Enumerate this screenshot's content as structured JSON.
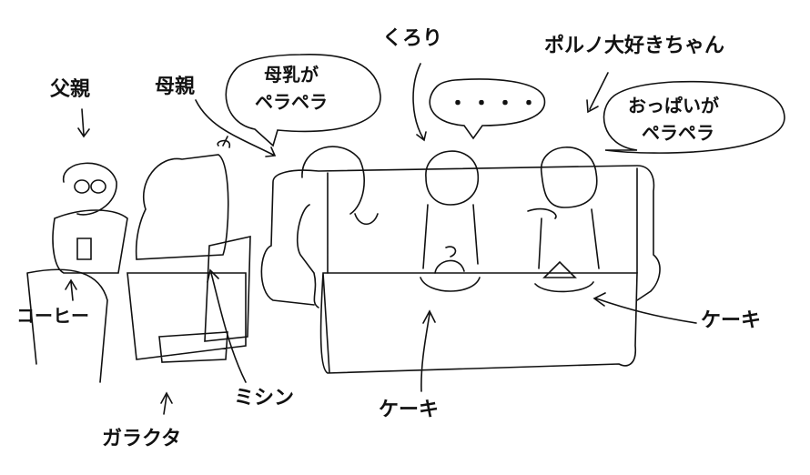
{
  "labels": {
    "father": "父親",
    "mother": "母親",
    "kurori": "くろり",
    "porno_chan": "ポルノ大好きちゃん",
    "coffee": "コーヒー",
    "sewing_machine": "ミシン",
    "junk": "ガラクタ",
    "cake_center": "ケーキ",
    "cake_right": "ケーキ"
  },
  "bubbles": {
    "mother_line1": "母乳が",
    "mother_line2": "ペラペラ",
    "kurori_line": "・・・・",
    "porno_line1": "おっぱいが",
    "porno_line2": "ペラペラ"
  },
  "colors": {
    "ink": "#111111",
    "paper": "#ffffff"
  }
}
